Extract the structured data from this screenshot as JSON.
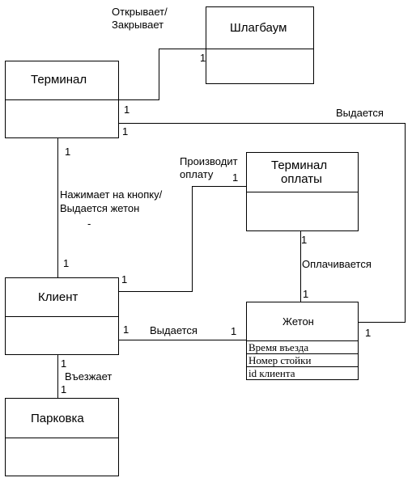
{
  "classes": {
    "shlagbaum": {
      "name": "Шлагбаум"
    },
    "terminal": {
      "name": "Терминал"
    },
    "terminal_oplaty": {
      "name_line1": "Терминал",
      "name_line2": "оплаты"
    },
    "klient": {
      "name": "Клиент"
    },
    "zheton": {
      "name": "Жетон",
      "attributes": [
        "Время въезда",
        "Номер стойки",
        "id клиента"
      ]
    },
    "parkovka": {
      "name": "Парковка"
    }
  },
  "associations": {
    "terminal_shlagbaum": {
      "label_line1": "Открывает/",
      "label_line2": "Закрывает",
      "mult_terminal": "1",
      "mult_shlagbaum": "1"
    },
    "terminal_zheton": {
      "label": "Выдается",
      "mult_terminal": "1",
      "mult_zheton": "1"
    },
    "terminal_klient": {
      "label_line1": "Нажимает на кнопку/",
      "label_line2": "Выдается жетон",
      "extra_mark": "-",
      "mult_terminal": "1",
      "mult_klient": "1"
    },
    "klient_terminal_oplaty": {
      "label_line1": "Производит",
      "label_line2": "оплату",
      "mult_klient": "1",
      "mult_terminal_oplaty": "1"
    },
    "terminal_oplaty_zheton": {
      "label": "Оплачивается",
      "mult_terminal_oplaty": "1",
      "mult_zheton": "1"
    },
    "klient_zheton": {
      "label": "Выдается",
      "mult_klient": "1",
      "mult_zheton": "1"
    },
    "klient_parkovka": {
      "label": "Въезжает",
      "mult_klient": "1",
      "mult_parkovka": "1"
    }
  }
}
